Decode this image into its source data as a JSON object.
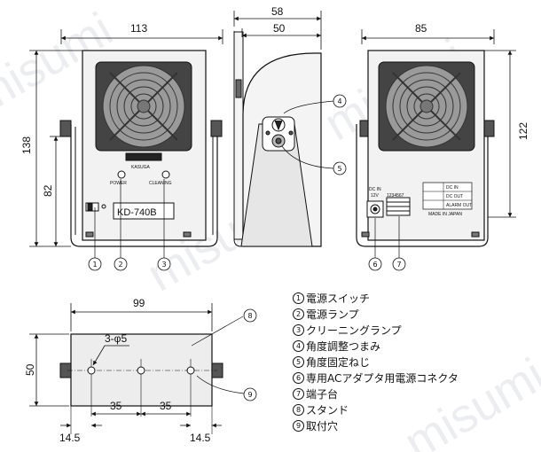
{
  "watermark": "misumi",
  "front_view": {
    "width": "113",
    "height_total": "138",
    "height_base": "82",
    "logo": "KASUGA",
    "label_power": "POWER",
    "label_cleaning": "CLEANING",
    "model": "KD-740B"
  },
  "side_view": {
    "width_outer": "58",
    "width_inner": "50"
  },
  "rear_view": {
    "width": "85",
    "height": "122",
    "dc_in_label": "DC IN",
    "dc_in_voltage": "12V",
    "pin_numbers": "1234567",
    "terminal_rows": [
      "DC IN",
      "DC OUT",
      "ALARM OUT"
    ],
    "made_in": "MADE IN JAPAN"
  },
  "bottom_view": {
    "width": "99",
    "depth": "50",
    "holes": "3-φ5",
    "pitch_left": "35",
    "pitch_right": "35",
    "offset_left": "14.5",
    "offset_right": "14.5"
  },
  "callout_numbers": [
    "1",
    "2",
    "3",
    "4",
    "5",
    "6",
    "7",
    "8",
    "9"
  ],
  "legend": [
    {
      "num": "1",
      "label": "電源スイッチ"
    },
    {
      "num": "2",
      "label": "電源ランプ"
    },
    {
      "num": "3",
      "label": "クリーニングランプ"
    },
    {
      "num": "4",
      "label": "角度調整つまみ"
    },
    {
      "num": "5",
      "label": "角度固定ねじ"
    },
    {
      "num": "6",
      "label": "専用ACアダプタ用電源コネクタ"
    },
    {
      "num": "7",
      "label": "端子台"
    },
    {
      "num": "8",
      "label": "スタンド"
    },
    {
      "num": "9",
      "label": "取付穴"
    }
  ]
}
